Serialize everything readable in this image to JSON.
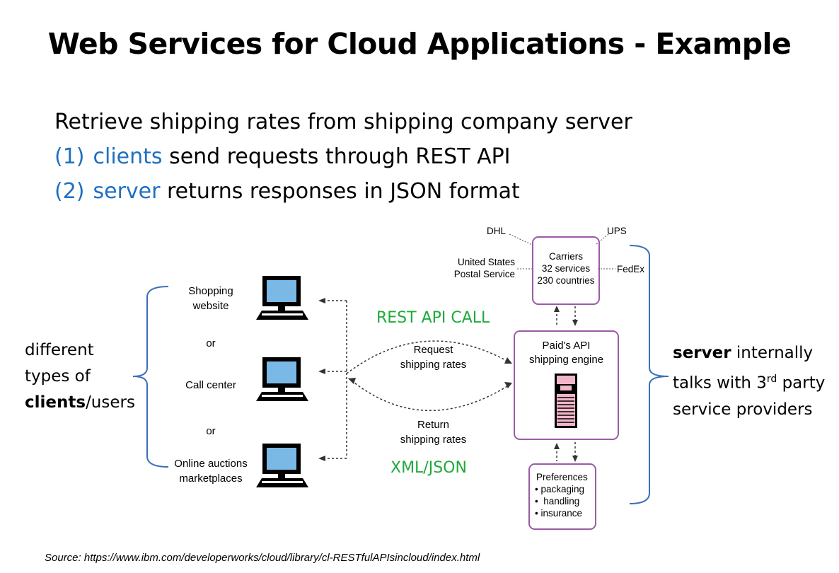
{
  "title": "Web Services for Cloud Applications - Example",
  "intro": {
    "line1": "Retrieve shipping rates from shipping company server",
    "line2": {
      "num": "(1)",
      "keyword": "clients",
      "rest": " send requests through REST API"
    },
    "line3": {
      "num": "(2)",
      "keyword": "server",
      "rest": " returns responses in JSON format"
    }
  },
  "left_note": {
    "line1": "different",
    "line2": "types of",
    "line3_bold": "clients",
    "line3_rest": "/users"
  },
  "right_note": {
    "bold": "server",
    "line1_rest": " internally",
    "line2_pre": "talks with 3",
    "sup": "rd",
    "line2_post": " party",
    "line3": "service providers"
  },
  "clients": {
    "shopping": [
      "Shopping",
      "website"
    ],
    "or1": "or",
    "callcenter": "Call center",
    "or2": "or",
    "auctions": [
      "Online auctions",
      "marketplaces"
    ]
  },
  "api_call": "REST API CALL",
  "format": "XML/JSON",
  "request": [
    "Request",
    "shipping rates"
  ],
  "return": [
    "Return",
    "shipping rates"
  ],
  "engine": [
    "Paid's API",
    "shipping engine"
  ],
  "carriers": [
    "Carriers",
    "32 services",
    "230 countries"
  ],
  "carrier_names": {
    "dhl": "DHL",
    "ups": "UPS",
    "usps": [
      "United States",
      "Postal Service"
    ],
    "fedex": "FedEx"
  },
  "preferences": {
    "title": "Preferences",
    "items": [
      "packaging",
      "handling",
      "insurance"
    ]
  },
  "source": "Source: https://www.ibm.com/developerworks/cloud/library/cl-RESTfulAPIsincloud/index.html",
  "colors": {
    "accent_blue": "#1f6fc0",
    "green": "#1faa3b",
    "box_border": "#9b5aa6",
    "brace": "#3a6fb8",
    "screen": "#7ab8e6"
  }
}
